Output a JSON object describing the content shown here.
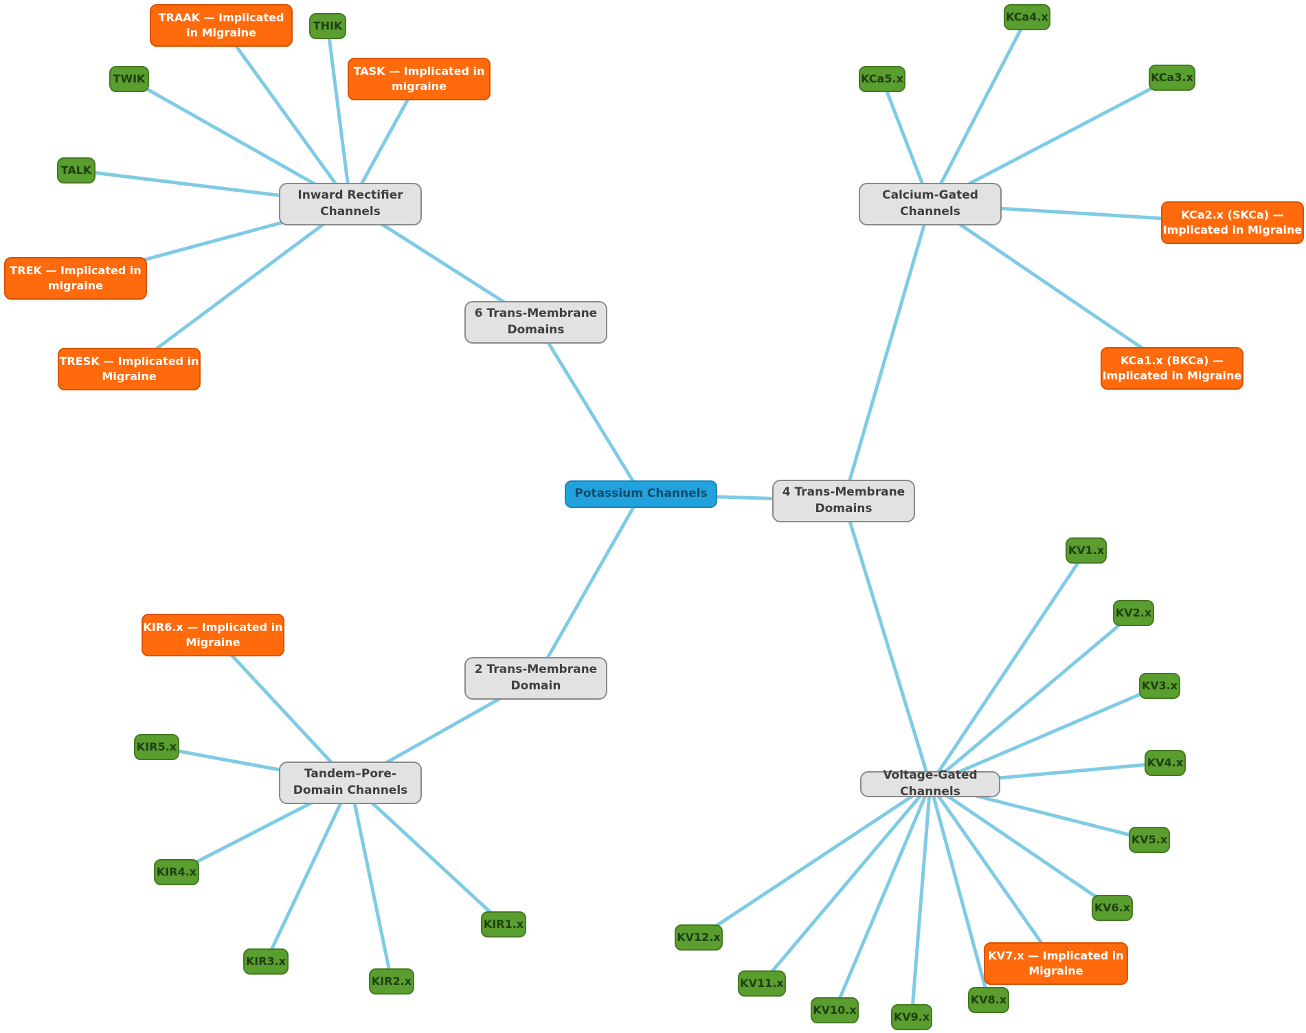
{
  "colors": {
    "edge": "#7fcbe6",
    "root": "#22a2dd",
    "hub": "#e2e2e2",
    "leaf": "#5a9e2f",
    "implicated": "#ff6a0c"
  },
  "nodes": [
    {
      "id": "potassium",
      "label": "Potassium Channels",
      "kind": "root"
    },
    {
      "id": "tm6",
      "label": "6 Trans-Membrane Domains",
      "kind": "hub"
    },
    {
      "id": "tm4",
      "label": "4 Trans-Membrane Domains",
      "kind": "hub"
    },
    {
      "id": "tm2",
      "label": "2 Trans-Membrane Domain",
      "kind": "hub"
    },
    {
      "id": "inward",
      "label": "Inward Rectifier Channels",
      "kind": "hub"
    },
    {
      "id": "calcium",
      "label": "Calcium-Gated Channels",
      "kind": "hub"
    },
    {
      "id": "tandem",
      "label": "Tandem–Pore-Domain Channels",
      "kind": "hub"
    },
    {
      "id": "voltage",
      "label": "Voltage-Gated Channels",
      "kind": "hub"
    },
    {
      "id": "traak",
      "label": "TRAAK — Implicated in Migraine",
      "kind": "implicated"
    },
    {
      "id": "thik",
      "label": "THIK",
      "kind": "leaf"
    },
    {
      "id": "task",
      "label": "TASK — Implicated in migraine",
      "kind": "implicated"
    },
    {
      "id": "twik",
      "label": "TWIK",
      "kind": "leaf"
    },
    {
      "id": "talk",
      "label": "TALK",
      "kind": "leaf"
    },
    {
      "id": "trek",
      "label": "TREK — Implicated in migraine",
      "kind": "implicated"
    },
    {
      "id": "tresk",
      "label": "TRESK — Implicated in Migraine",
      "kind": "implicated"
    },
    {
      "id": "kca4",
      "label": "KCa4.x",
      "kind": "leaf"
    },
    {
      "id": "kca5",
      "label": "KCa5.x",
      "kind": "leaf"
    },
    {
      "id": "kca3",
      "label": "KCa3.x",
      "kind": "leaf"
    },
    {
      "id": "kca2",
      "label": "KCa2.x (SKCa) — Implicated in Migraine",
      "kind": "implicated"
    },
    {
      "id": "kca1",
      "label": "KCa1.x (BKCa) — Implicated in Migraine",
      "kind": "implicated"
    },
    {
      "id": "kir6",
      "label": "KIR6.x — Implicated in Migraine",
      "kind": "implicated"
    },
    {
      "id": "kir5",
      "label": "KIR5.x",
      "kind": "leaf"
    },
    {
      "id": "kir4",
      "label": "KIR4.x",
      "kind": "leaf"
    },
    {
      "id": "kir3",
      "label": "KIR3.x",
      "kind": "leaf"
    },
    {
      "id": "kir2",
      "label": "KIR2.x",
      "kind": "leaf"
    },
    {
      "id": "kir1",
      "label": "KIR1.x",
      "kind": "leaf"
    },
    {
      "id": "kv1",
      "label": "KV1.x",
      "kind": "leaf"
    },
    {
      "id": "kv2",
      "label": "KV2.x",
      "kind": "leaf"
    },
    {
      "id": "kv3",
      "label": "KV3.x",
      "kind": "leaf"
    },
    {
      "id": "kv4",
      "label": "KV4.x",
      "kind": "leaf"
    },
    {
      "id": "kv5",
      "label": "KV5.x",
      "kind": "leaf"
    },
    {
      "id": "kv6",
      "label": "KV6.x",
      "kind": "leaf"
    },
    {
      "id": "kv7",
      "label": "KV7.x — Implicated in Migraine",
      "kind": "implicated"
    },
    {
      "id": "kv8",
      "label": "KV8.x",
      "kind": "leaf"
    },
    {
      "id": "kv9",
      "label": "KV9.x",
      "kind": "leaf"
    },
    {
      "id": "kv10",
      "label": "KV10.x",
      "kind": "leaf"
    },
    {
      "id": "kv11",
      "label": "KV11.x",
      "kind": "leaf"
    },
    {
      "id": "kv12",
      "label": "KV12.x",
      "kind": "leaf"
    }
  ],
  "edges": [
    [
      "potassium",
      "tm6"
    ],
    [
      "potassium",
      "tm4"
    ],
    [
      "potassium",
      "tm2"
    ],
    [
      "tm6",
      "inward"
    ],
    [
      "tm4",
      "calcium"
    ],
    [
      "tm4",
      "voltage"
    ],
    [
      "tm2",
      "tandem"
    ],
    [
      "inward",
      "traak"
    ],
    [
      "inward",
      "thik"
    ],
    [
      "inward",
      "task"
    ],
    [
      "inward",
      "twik"
    ],
    [
      "inward",
      "talk"
    ],
    [
      "inward",
      "trek"
    ],
    [
      "inward",
      "tresk"
    ],
    [
      "calcium",
      "kca4"
    ],
    [
      "calcium",
      "kca5"
    ],
    [
      "calcium",
      "kca3"
    ],
    [
      "calcium",
      "kca2"
    ],
    [
      "calcium",
      "kca1"
    ],
    [
      "tandem",
      "kir6"
    ],
    [
      "tandem",
      "kir5"
    ],
    [
      "tandem",
      "kir4"
    ],
    [
      "tandem",
      "kir3"
    ],
    [
      "tandem",
      "kir2"
    ],
    [
      "tandem",
      "kir1"
    ],
    [
      "voltage",
      "kv1"
    ],
    [
      "voltage",
      "kv2"
    ],
    [
      "voltage",
      "kv3"
    ],
    [
      "voltage",
      "kv4"
    ],
    [
      "voltage",
      "kv5"
    ],
    [
      "voltage",
      "kv6"
    ],
    [
      "voltage",
      "kv7"
    ],
    [
      "voltage",
      "kv8"
    ],
    [
      "voltage",
      "kv9"
    ],
    [
      "voltage",
      "kv10"
    ],
    [
      "voltage",
      "kv11"
    ],
    [
      "voltage",
      "kv12"
    ]
  ]
}
